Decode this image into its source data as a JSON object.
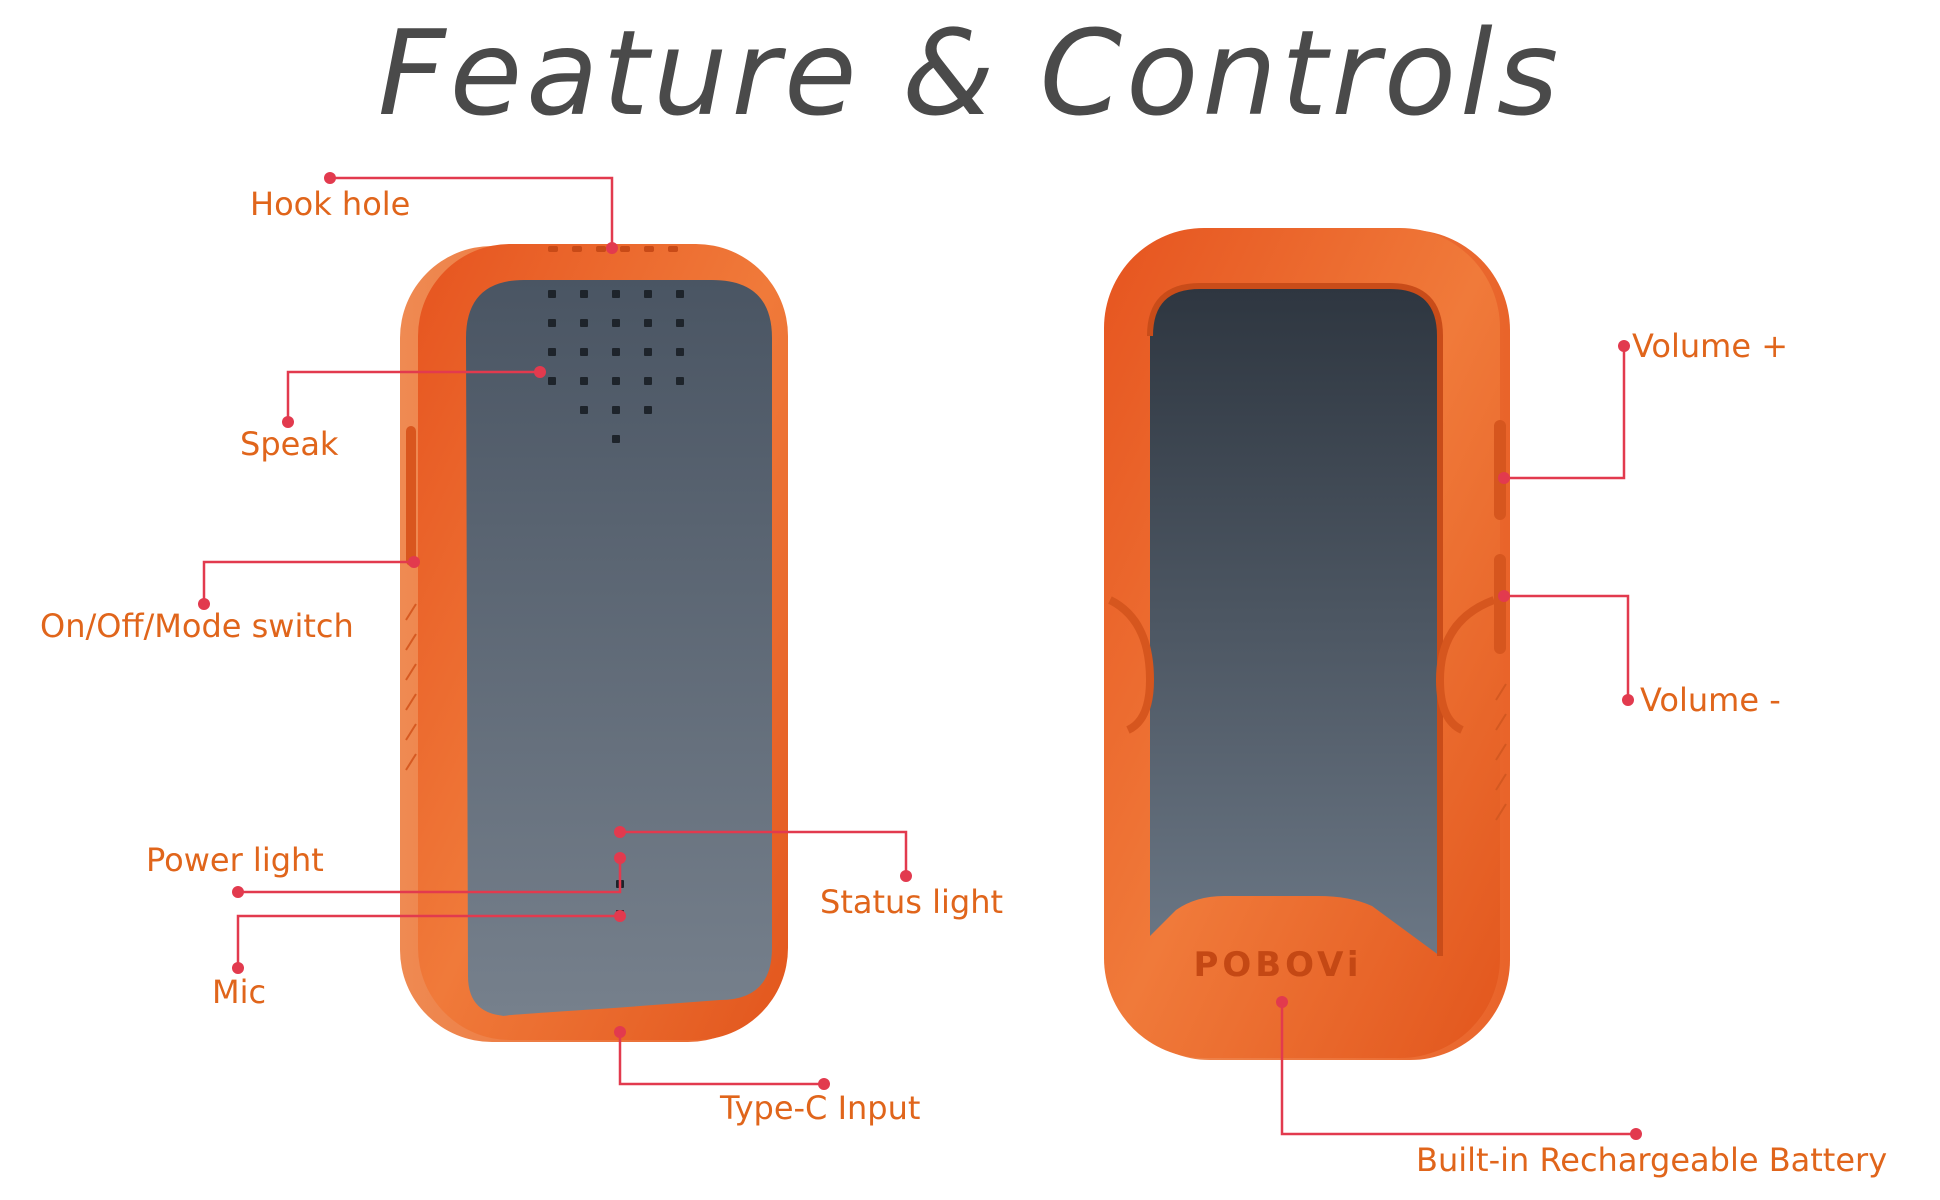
{
  "title": "Feature & Controls",
  "brand_logo": "POBOVi",
  "colors": {
    "title": "#4a4a4a",
    "label_text": "#e0651b",
    "leader_line": "#e23a4e",
    "device_shell": "#ea6a2a",
    "device_face": "#5f6b7a"
  },
  "front_labels": {
    "hook_hole": "Hook hole",
    "speak": "Speak",
    "mode_switch": "On/Off/Mode switch",
    "power_light": "Power light",
    "mic": "Mic",
    "status_light": "Status light",
    "type_c": "Type-C Input"
  },
  "back_labels": {
    "volume_plus": "Volume +",
    "volume_minus": "Volume -",
    "battery": "Built-in Rechargeable Battery"
  }
}
